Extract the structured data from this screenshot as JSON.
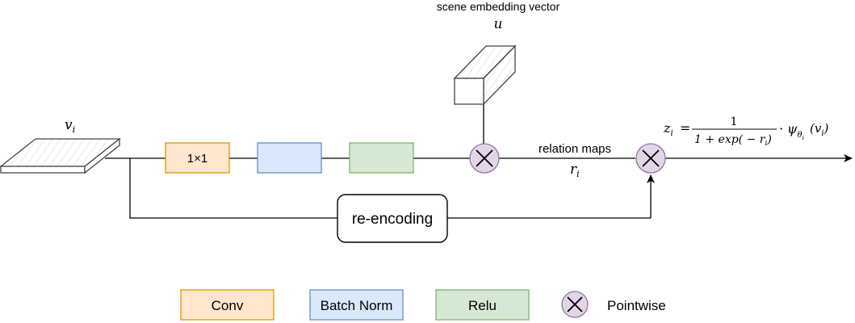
{
  "input": {
    "symbol": "v",
    "subscript": "i"
  },
  "blocks": {
    "conv": {
      "label": "1×1",
      "fill": "#ffe6cc",
      "stroke": "#d79b00"
    },
    "batch_norm": {
      "label": "",
      "fill": "#dae8fc",
      "stroke": "#6c8ebf"
    },
    "relu": {
      "label": "",
      "fill": "#d5e8d4",
      "stroke": "#82b366"
    }
  },
  "scene_embedding": {
    "title": "scene embedding vector",
    "symbol": "u"
  },
  "relation": {
    "label": "relation maps",
    "symbol": "r",
    "subscript": "i"
  },
  "reencoding": {
    "label": "re-encoding"
  },
  "pointwise_color": {
    "fill": "#e1d5e7",
    "stroke": "#9673a6"
  },
  "formula": {
    "lhs": "z",
    "lhs_sub": "i",
    "eq": "=",
    "numerator": "1",
    "denominator": "1 + exp( − r",
    "denominator_sub": "i",
    "denominator_close": ")",
    "dot": "·",
    "psi": "ψ",
    "theta": "θ",
    "theta_sub": "i",
    "arg_open": "(",
    "arg_v": "v",
    "arg_sub": "i",
    "arg_close": ")"
  },
  "legend": {
    "conv": "Conv",
    "batch_norm": "Batch Norm",
    "relu": "Relu",
    "pointwise": "Pointwise"
  }
}
